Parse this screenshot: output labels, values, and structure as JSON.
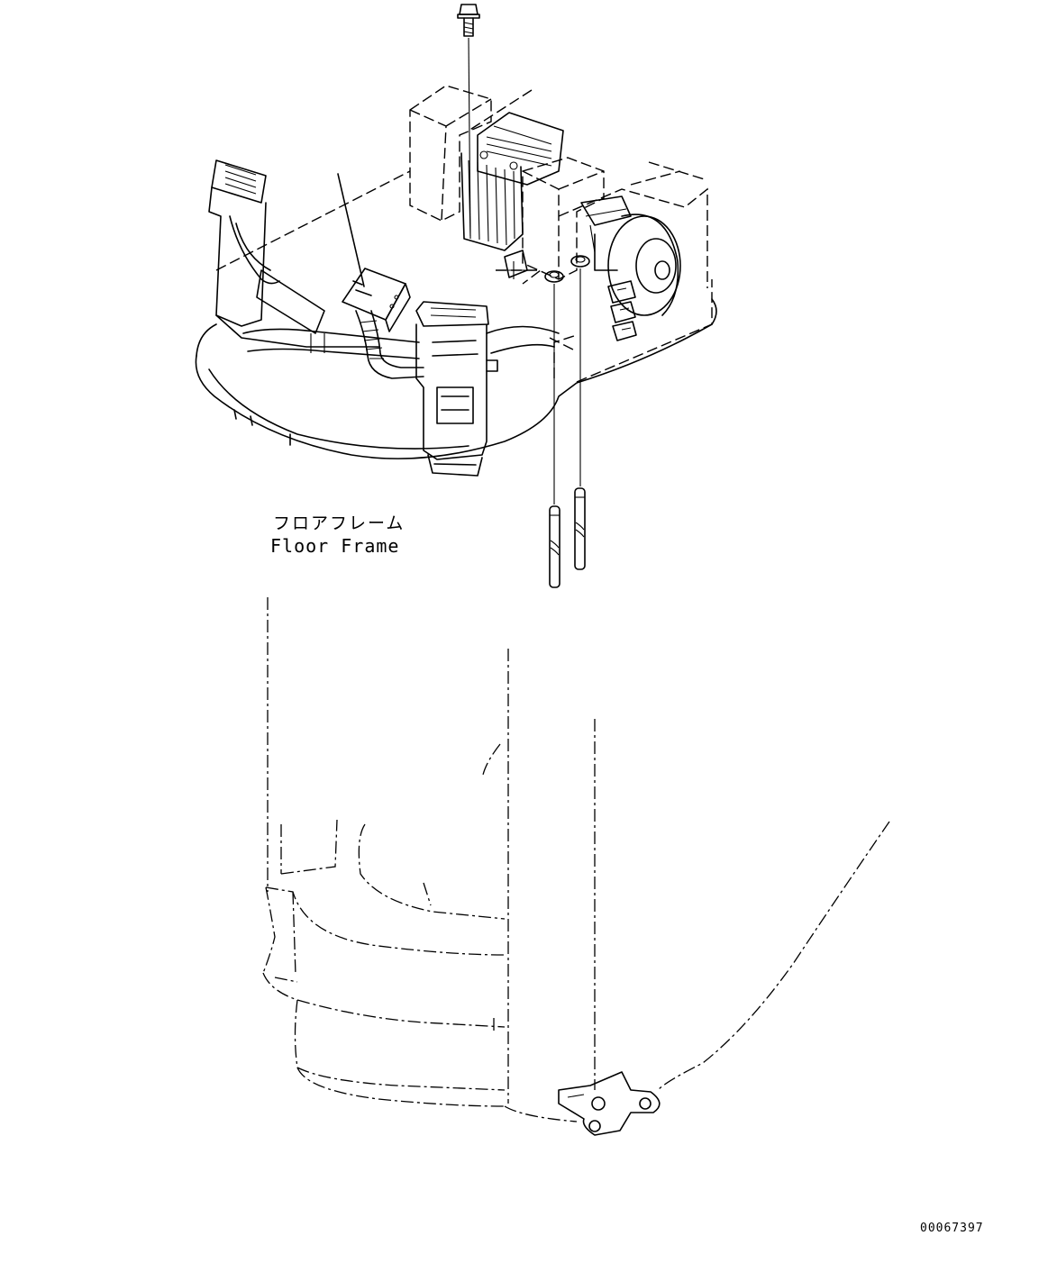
{
  "labels": {
    "floor_frame_jp": "フロアフレーム",
    "floor_frame_en": "Floor Frame"
  },
  "drawing_number": "00067397"
}
